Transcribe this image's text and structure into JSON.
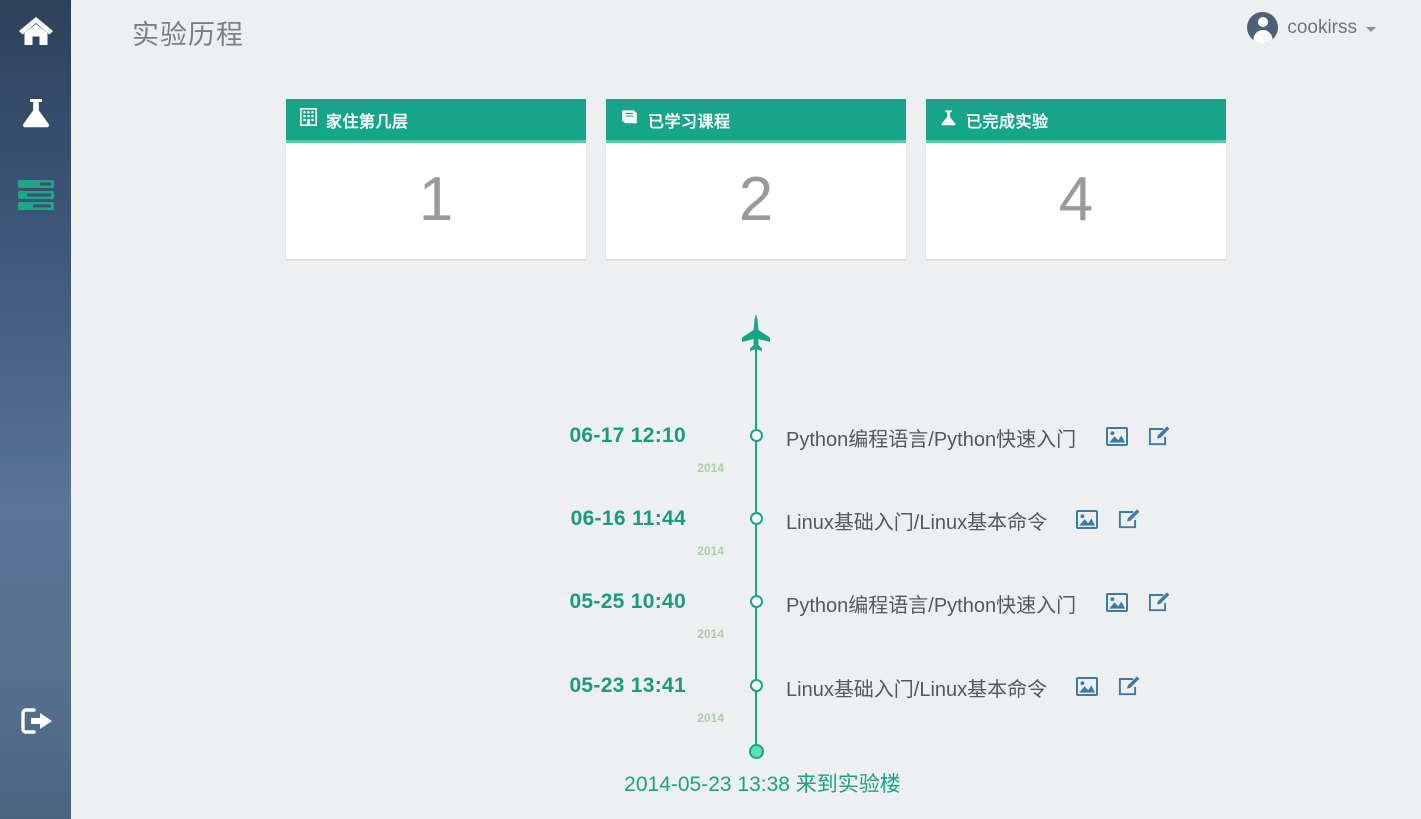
{
  "colors": {
    "brand_green": "#17a589",
    "green_light": "#4dd0a7",
    "sidebar_dark": "#2d415b",
    "sidebar_light": "#5a7599",
    "action_blue": "#3a7ca8",
    "page_bg": "#eeeff0",
    "title_gray": "#7b7f85",
    "year_green": "#a9cfa6"
  },
  "sidebar": {
    "items": [
      {
        "name": "home",
        "icon": "home-icon",
        "label": "首页",
        "active": false
      },
      {
        "name": "lab",
        "icon": "flask-icon",
        "label": "实验",
        "active": false
      },
      {
        "name": "courses",
        "icon": "server-icon",
        "label": "课程",
        "active": true
      },
      {
        "name": "logout",
        "icon": "logout-icon",
        "label": "退出",
        "active": false
      }
    ]
  },
  "topbar": {
    "title": "实验历程",
    "user": {
      "name": "cookirss",
      "avatar_icon": "user-avatar-icon",
      "caret_icon": "chevron-down-icon"
    }
  },
  "cards": [
    {
      "icon": "building-icon",
      "title": "家住第几层",
      "value": "1"
    },
    {
      "icon": "book-icon",
      "title": "已学习课程",
      "value": "2"
    },
    {
      "icon": "flask-icon",
      "title": "已完成实验",
      "value": "4"
    }
  ],
  "timeline": {
    "head_icon": "fighter-jet-icon",
    "entries": [
      {
        "time": "06-17 12:10",
        "year": "2014",
        "label": "Python编程语言/Python快速入门",
        "actions": [
          {
            "name": "view-screenshot-button",
            "icon": "image-icon"
          },
          {
            "name": "write-note-button",
            "icon": "edit-icon"
          }
        ]
      },
      {
        "time": "06-16 11:44",
        "year": "2014",
        "label": "Linux基础入门/Linux基本命令",
        "actions": [
          {
            "name": "view-screenshot-button",
            "icon": "image-icon"
          },
          {
            "name": "write-note-button",
            "icon": "edit-icon"
          }
        ]
      },
      {
        "time": "05-25 10:40",
        "year": "2014",
        "label": "Python编程语言/Python快速入门",
        "actions": [
          {
            "name": "view-screenshot-button",
            "icon": "image-icon"
          },
          {
            "name": "write-note-button",
            "icon": "edit-icon"
          }
        ]
      },
      {
        "time": "05-23 13:41",
        "year": "2014",
        "label": "Linux基础入门/Linux基本命令",
        "actions": [
          {
            "name": "view-screenshot-button",
            "icon": "image-icon"
          },
          {
            "name": "write-note-button",
            "icon": "edit-icon"
          }
        ]
      }
    ],
    "origin_text": "2014-05-23 13:38 来到实验楼"
  }
}
